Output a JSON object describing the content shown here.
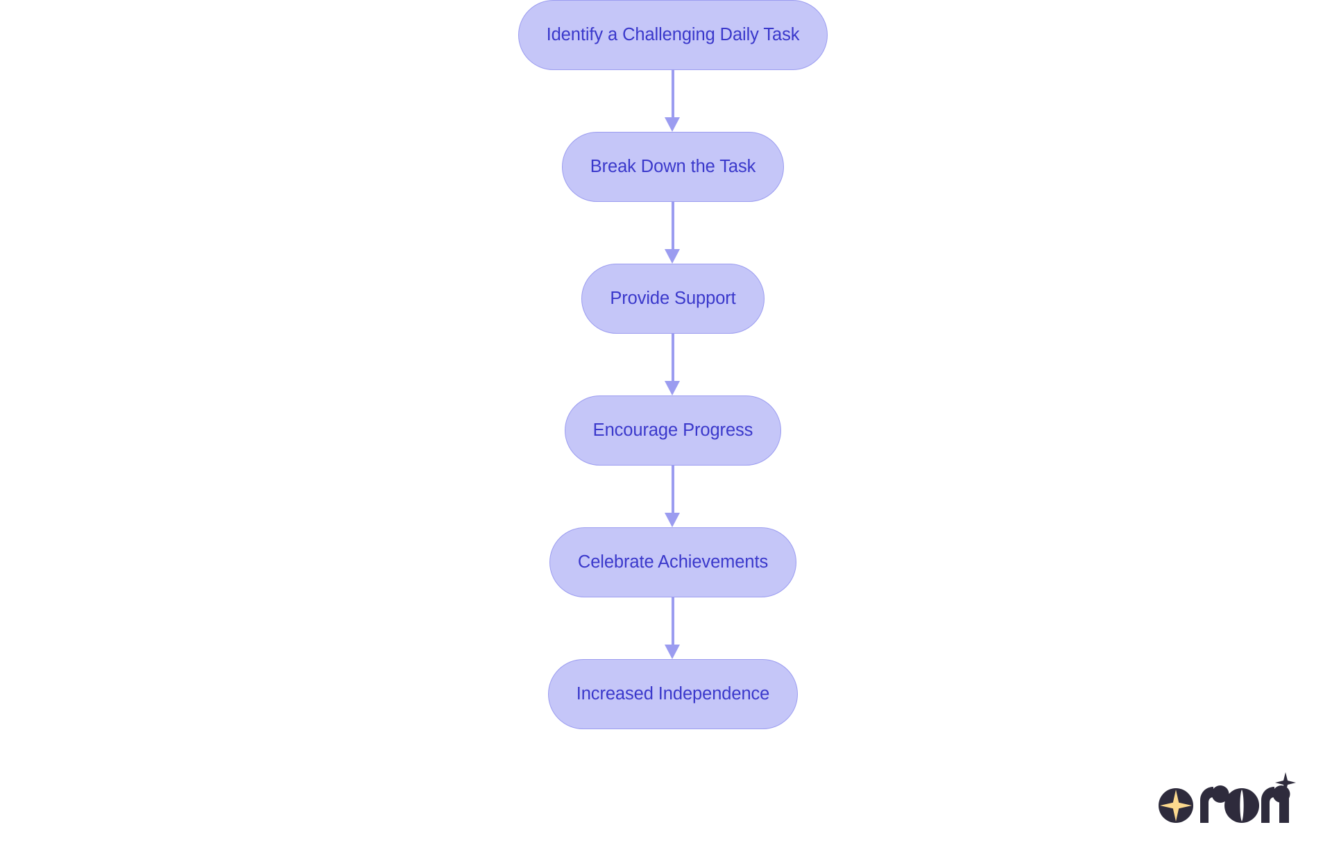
{
  "diagram": {
    "type": "flowchart",
    "orientation": "top-to-bottom",
    "background_color": "#ffffff",
    "node_fill_color": "#c5c6f8",
    "node_border_color": "#9b9cf0",
    "node_text_color": "#3a38cb",
    "edge_color": "#9b9cf0",
    "node_shape": "rounded-pill",
    "nodes": [
      {
        "id": "n1",
        "label": "Identify a Challenging Daily Task"
      },
      {
        "id": "n2",
        "label": "Break Down the Task"
      },
      {
        "id": "n3",
        "label": "Provide Support"
      },
      {
        "id": "n4",
        "label": "Encourage Progress"
      },
      {
        "id": "n5",
        "label": "Celebrate Achievements"
      },
      {
        "id": "n6",
        "label": "Increased Independence"
      }
    ],
    "edges": [
      {
        "from": "n1",
        "to": "n2",
        "arrow": "down-arrow",
        "label": ""
      },
      {
        "from": "n2",
        "to": "n3",
        "arrow": "down-arrow",
        "label": ""
      },
      {
        "from": "n3",
        "to": "n4",
        "arrow": "down-arrow",
        "label": ""
      },
      {
        "from": "n4",
        "to": "n5",
        "arrow": "down-arrow",
        "label": ""
      },
      {
        "from": "n5",
        "to": "n6",
        "arrow": "down-arrow",
        "label": ""
      }
    ]
  },
  "branding": {
    "logo_wordmark": "rori",
    "logo_dark_color": "#2e2b3c",
    "logo_accent_color": "#fcd98e",
    "logo_star_icon": "four-pointed-star-icon"
  }
}
